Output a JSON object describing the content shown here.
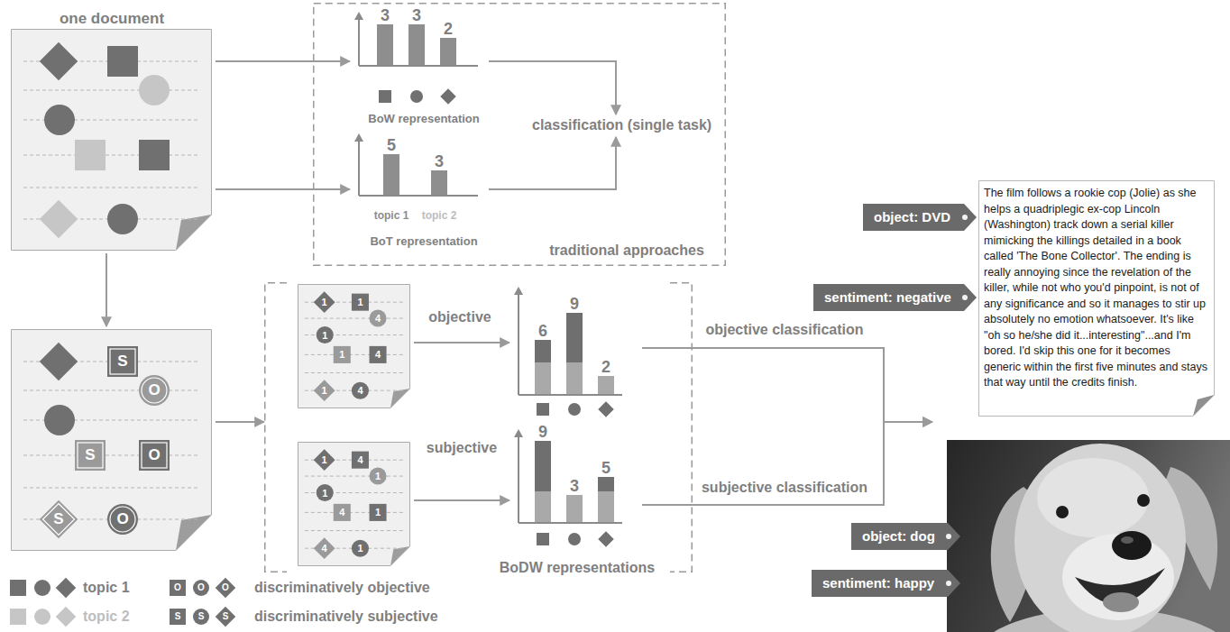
{
  "diagram": {
    "nodes": [
      {
        "text": [
          "one document"
        ]
      },
      {
        "text": [
          "traditional approaches"
        ]
      },
      {
        "text": [
          "3",
          "3",
          "2",
          "BoW representation"
        ],
        "in": 1
      },
      {
        "text": [
          "5",
          "3",
          "topic 1",
          "topic 2",
          "BoT representation"
        ],
        "in": 1
      },
      {
        "text": [
          "classification (single task)"
        ],
        "in": 1
      },
      {
        "text": [
          "S",
          "O",
          "S",
          "O",
          "S",
          "O"
        ]
      },
      {
        "text": [
          "BoDW representations"
        ]
      },
      {
        "text": [
          "1",
          "1",
          "4",
          "1",
          "1",
          "4",
          "1",
          "4"
        ],
        "in": 6
      },
      {
        "text": [
          "6",
          "9",
          "2"
        ],
        "in": 6
      },
      {
        "text": [
          "1",
          "4",
          "1",
          "1",
          "4",
          "1",
          "4",
          "1"
        ],
        "in": 6
      },
      {
        "text": [
          "9",
          "3",
          "5"
        ],
        "in": 6
      },
      {
        "text": [
          "The film follows a rookie cop (Jolie) as she helps a quadriplegic ex-cop Lincoln (Washington) track down a serial killer mimicking the killings detailed in a book called 'The Bone Collector'. The ending is really annoying since the revelation of the killer, while not who you'd pinpoint, is not of any significance and so it manages to stir up absolutely no emotion whatsoever. It's like \"oh so he/she did it...interesting\"...and I'm bored. I'd skip this one for it becomes generic within the first five minutes and stays that way until the credits finish."
        ]
      },
      {
        "text": [
          "object: DVD"
        ]
      },
      {
        "text": [
          "sentiment: negative"
        ]
      },
      {
        "text": [
          "object: dog"
        ]
      },
      {
        "text": [
          "sentiment: happy"
        ]
      }
    ],
    "edges": [
      {
        "from": 0,
        "to": 2,
        "arrow": "to"
      },
      {
        "from": 0,
        "to": 3,
        "arrow": "to"
      },
      {
        "from": 2,
        "to": 4,
        "arrow": "to"
      },
      {
        "from": 3,
        "to": 4,
        "arrow": "to"
      },
      {
        "from": 0,
        "to": 5,
        "arrow": "to"
      },
      {
        "from": 5,
        "to": 6,
        "arrow": "to"
      },
      {
        "from": 7,
        "to": 8,
        "label": "objective",
        "arrow": "to"
      },
      {
        "from": 9,
        "to": 10,
        "label": "subjective",
        "arrow": "to"
      },
      {
        "from": 8,
        "to": 11,
        "label": "objective classification",
        "arrow": "to"
      },
      {
        "from": 10,
        "to": 11,
        "label": "subjective classification",
        "arrow": "to"
      }
    ],
    "labels": [
      "O",
      "O",
      "O",
      "S",
      "S",
      "S"
    ],
    "legend": [
      {
        "text": "topic 1"
      },
      {
        "text": "topic 2"
      },
      {
        "text": "discriminatively objective"
      },
      {
        "text": "discriminatively subjective"
      }
    ]
  }
}
